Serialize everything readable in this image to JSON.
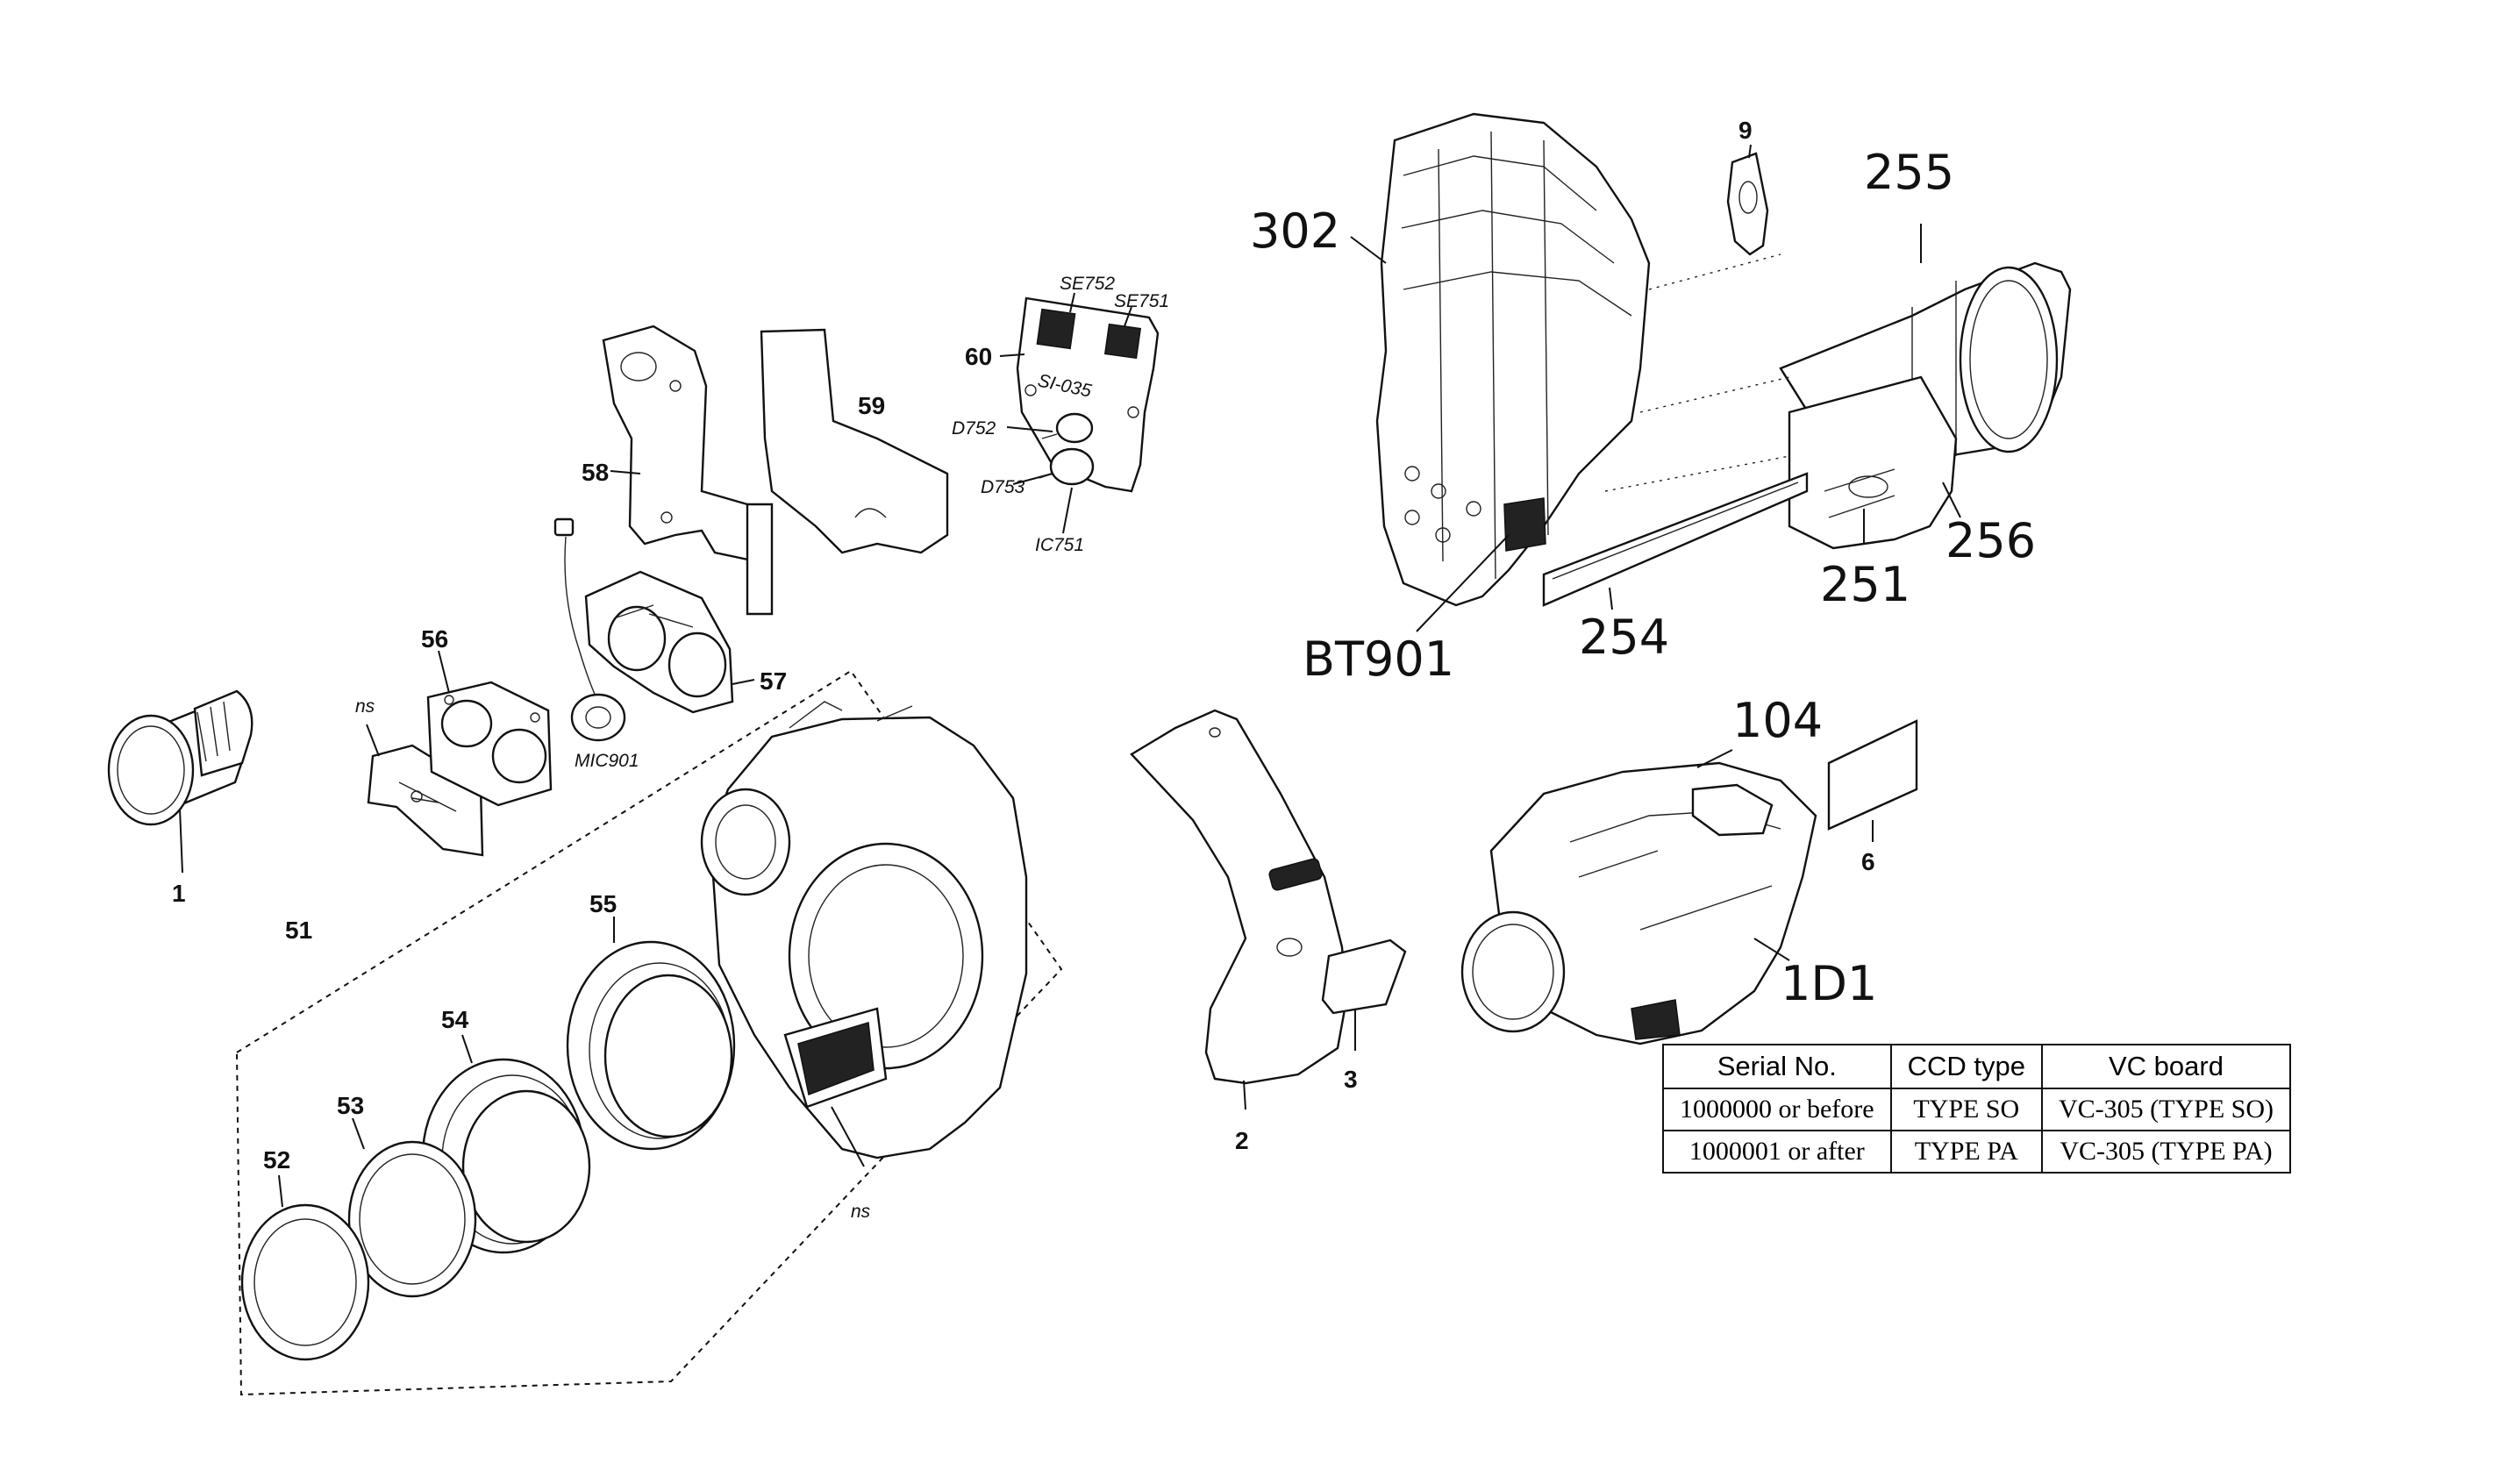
{
  "labels": {
    "p1": "1",
    "p2": "2",
    "p3": "3",
    "p6": "6",
    "p9": "9",
    "p51": "51",
    "p52": "52",
    "p53": "53",
    "p54": "54",
    "p55": "55",
    "p56": "56",
    "p57": "57",
    "p58": "58",
    "p59": "59",
    "p60": "60",
    "ns1": "ns",
    "ns2": "ns",
    "mic901": "MIC901",
    "se752": "SE752",
    "se751": "SE751",
    "d752": "D752",
    "d753": "D753",
    "ic751": "IC751",
    "si035": "SI-035",
    "h302": "302",
    "h255": "255",
    "h256": "256",
    "h251": "251",
    "h254": "254",
    "bt901": "BT901",
    "h104": "104",
    "h101": "1D1"
  },
  "table": {
    "headers": [
      "Serial No.",
      "CCD type",
      "VC board"
    ],
    "rows": [
      [
        "1000000 or before",
        "TYPE SO",
        "VC-305 (TYPE SO)"
      ],
      [
        "1000001 or after",
        "TYPE PA",
        "VC-305 (TYPE PA)"
      ]
    ]
  }
}
